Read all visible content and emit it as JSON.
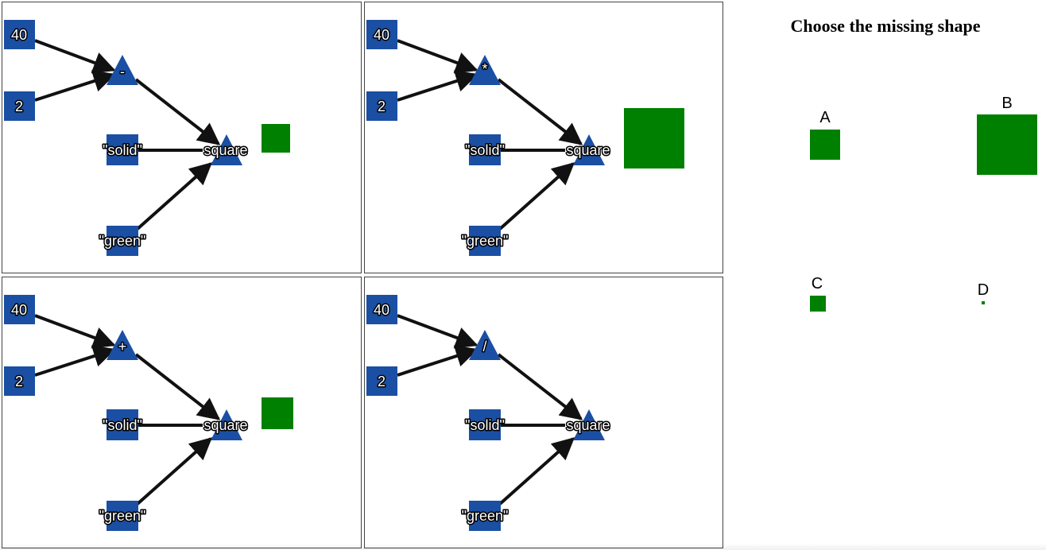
{
  "colors": {
    "node": "#1a4fa3",
    "edge": "#111111",
    "shape": "#008000"
  },
  "panels": [
    {
      "nodes": {
        "n40": "40",
        "n2": "2",
        "op": "-",
        "solid": "\"solid\"",
        "green": "\"green\"",
        "fn": "square"
      },
      "result_size": 36
    },
    {
      "nodes": {
        "n40": "40",
        "n2": "2",
        "op": "*",
        "solid": "\"solid\"",
        "green": "\"green\"",
        "fn": "square"
      },
      "result_size": 76
    },
    {
      "nodes": {
        "n40": "40",
        "n2": "2",
        "op": "+",
        "solid": "\"solid\"",
        "green": "\"green\"",
        "fn": "square"
      },
      "result_size": 40
    },
    {
      "nodes": {
        "n40": "40",
        "n2": "2",
        "op": "/",
        "solid": "\"solid\"",
        "green": "\"green\"",
        "fn": "square"
      },
      "result_size": null
    }
  ],
  "question": {
    "title": "Choose the missing shape",
    "options": [
      {
        "letter": "A",
        "size": 38
      },
      {
        "letter": "B",
        "size": 76
      },
      {
        "letter": "C",
        "size": 20
      },
      {
        "letter": "D",
        "size": 4
      }
    ]
  }
}
